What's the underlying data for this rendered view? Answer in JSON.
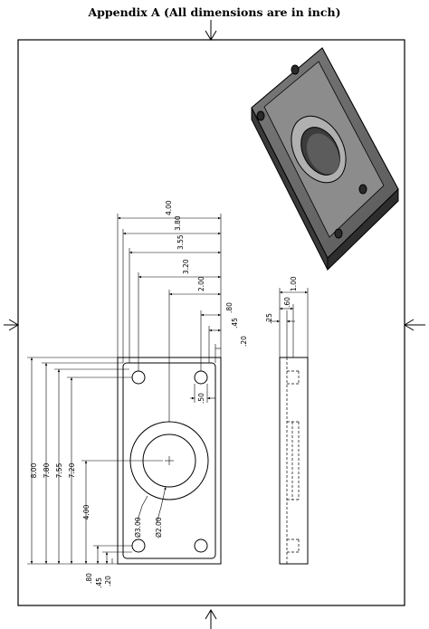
{
  "page": {
    "title": "Appendix A (All dimensions are in inch)"
  },
  "dims": {
    "top": [
      "4.00",
      "3.80",
      "3.55",
      "3.20",
      "2.00",
      ".80",
      ".45",
      ".20"
    ],
    "hole": ".50",
    "left": [
      "8.00",
      "7.80",
      "7.55",
      "7.20",
      "4.00"
    ],
    "bottom": [
      ".80",
      ".45",
      ".20"
    ],
    "side": [
      ".25",
      ".60",
      "1.00"
    ],
    "diam_outer": "Ø3.00",
    "diam_inner": "Ø2.00"
  }
}
